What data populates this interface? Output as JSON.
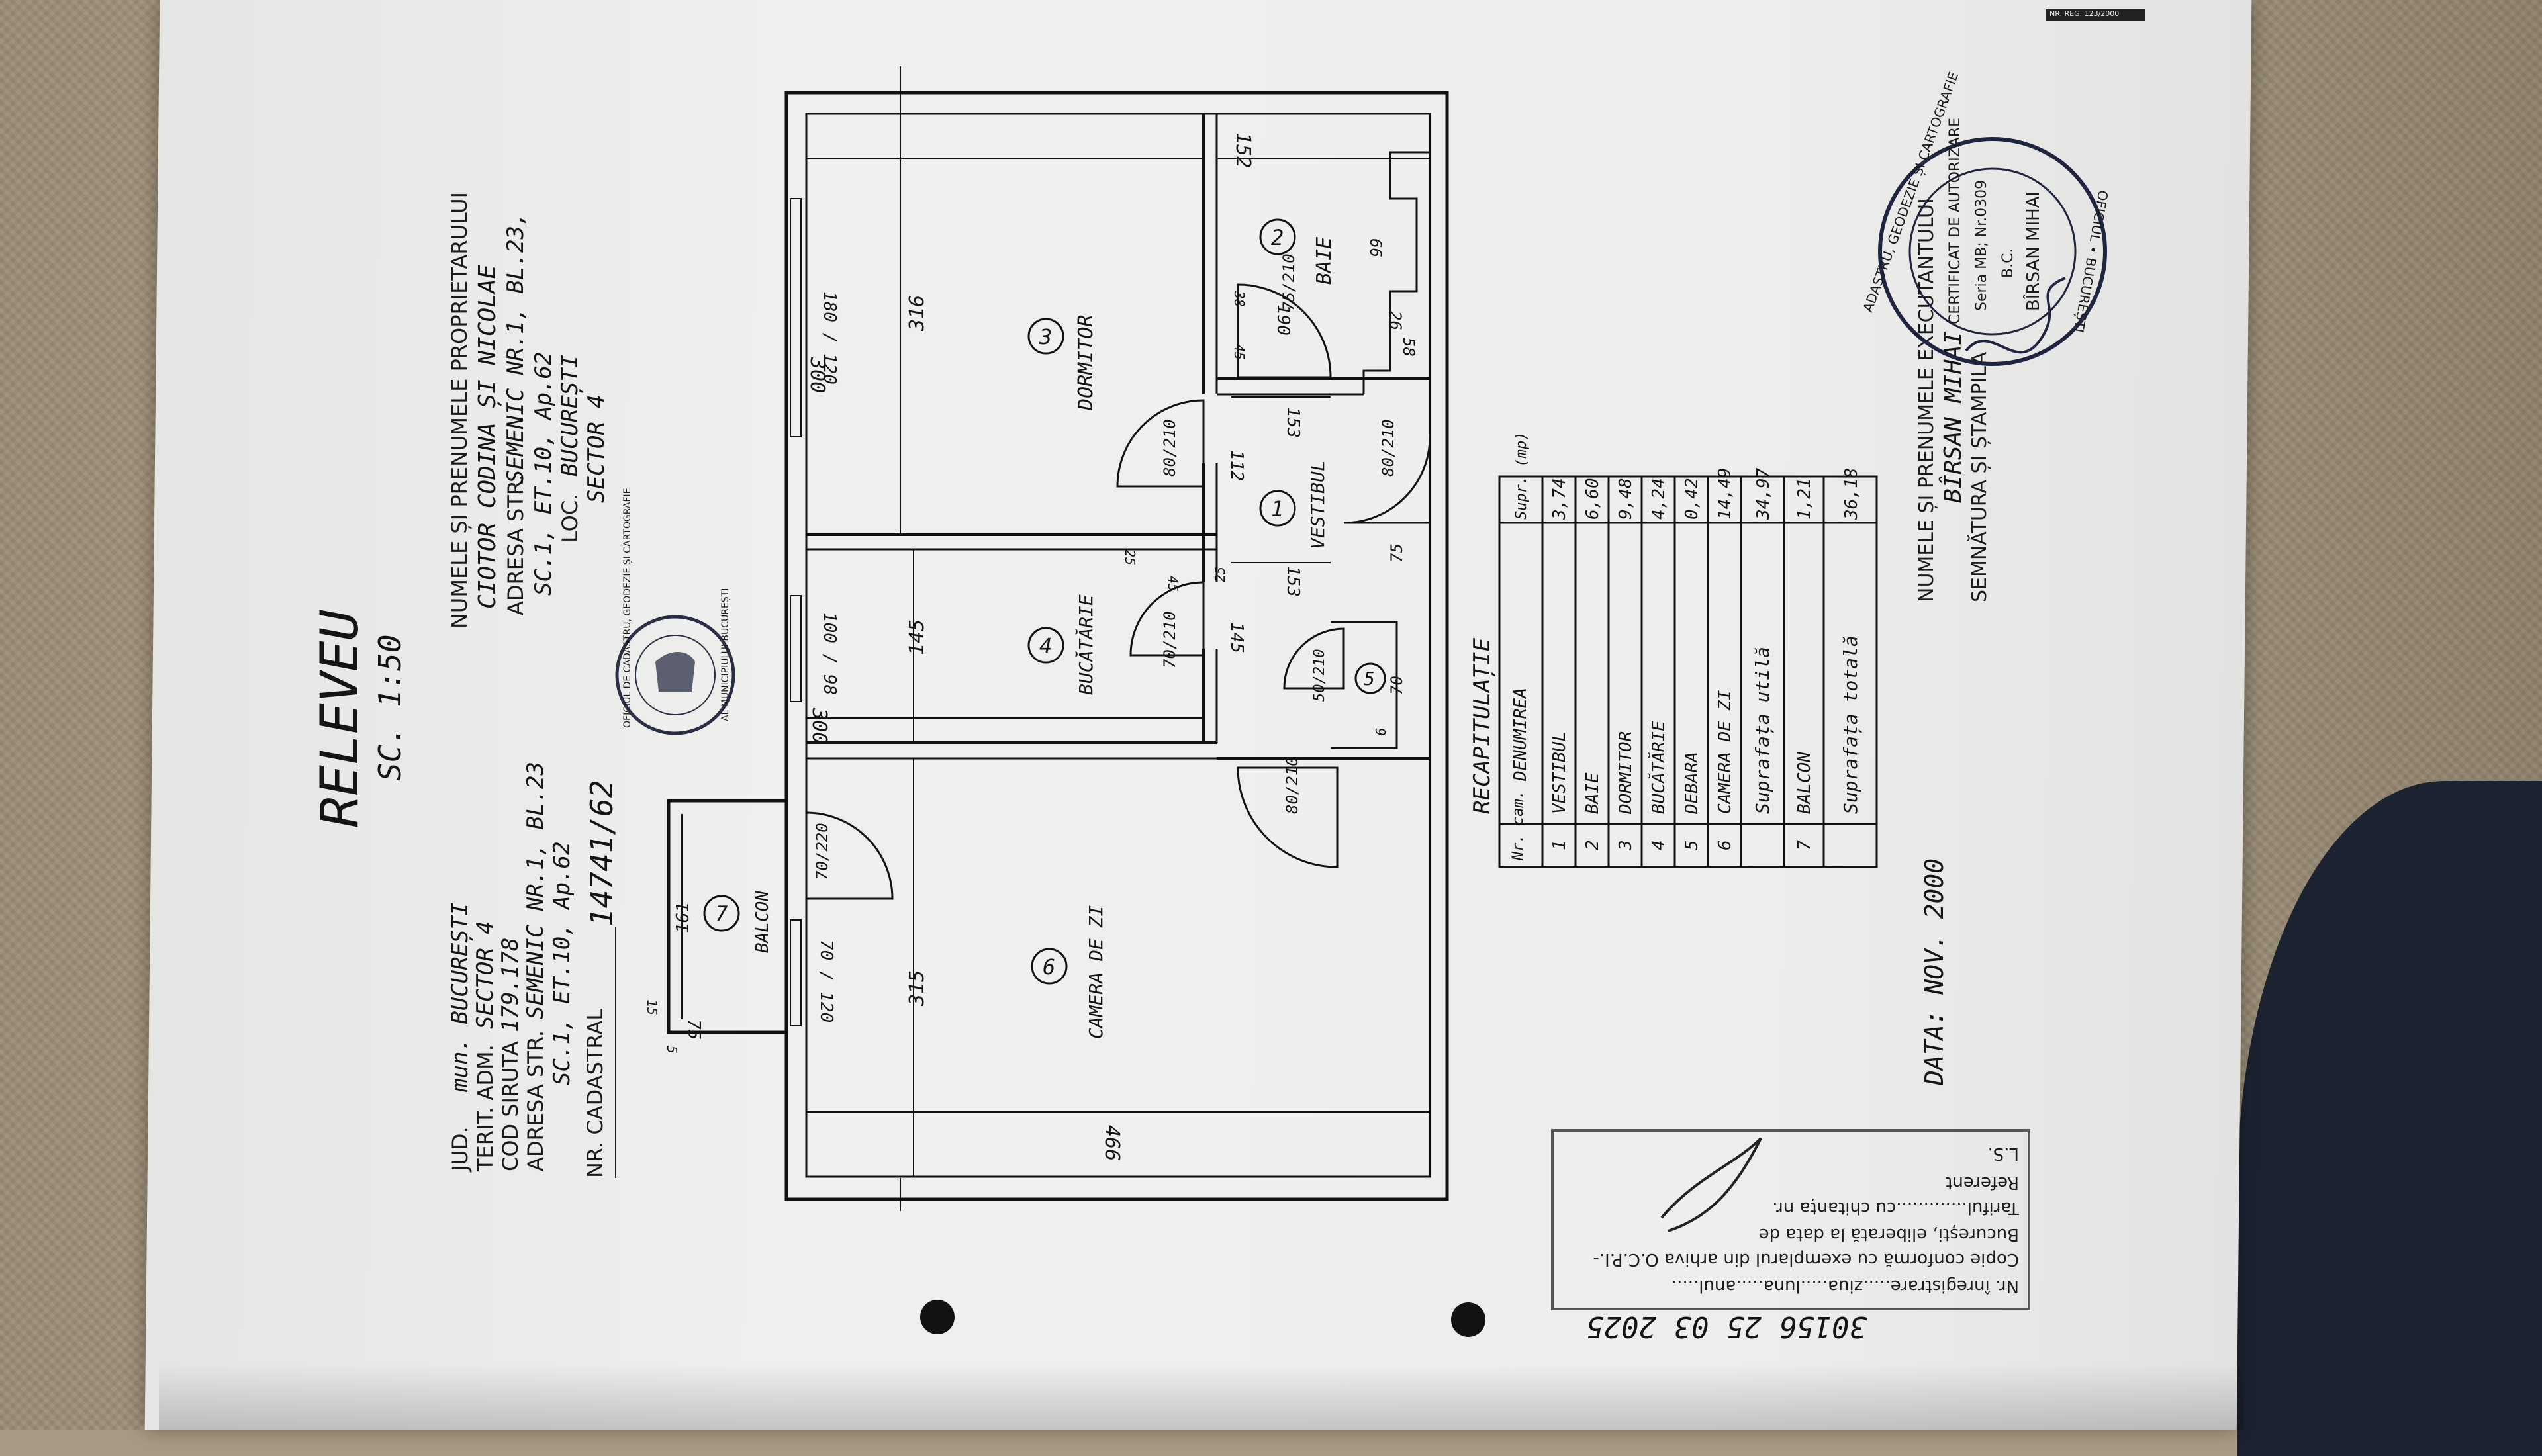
{
  "title": "RELEVEU",
  "scale": "SC. 1:50",
  "header": {
    "jud_label": "JUD.",
    "jud_value": "mun. BUCUREȘTI",
    "terit_label": "TERIT. ADM.",
    "terit_value": "SECTOR 4",
    "cod_label": "COD SIRUTA",
    "cod_value": "179.178",
    "adresa_label": "ADRESA STR.",
    "adresa_value": "SEMENIC NR.1, BL.23",
    "adresa_line2": "SC.1, ET.10, Ap.62",
    "nrcad_label": "NR. CADASTRAL",
    "nrcad_value": "14741/62"
  },
  "owner": {
    "label": "NUMELE ȘI PRENUMELE PROPRIETARULUI",
    "value": "CIOTOR CODINA ȘI NICOLAE",
    "adresa_label": "ADRESA STR.",
    "adresa_value": "SEMENIC NR.1, BL.23,",
    "adresa_line2": "SC.1, ET.10, Ap.62",
    "loc_label": "LOC.",
    "loc_value": "BUCUREȘTI",
    "sector_value": "SECTOR 4"
  },
  "rooms": [
    {
      "nr": "1",
      "name": "VESTIBUL"
    },
    {
      "nr": "2",
      "name": "BAIE"
    },
    {
      "nr": "3",
      "name": "DORMITOR"
    },
    {
      "nr": "4",
      "name": "BUCĂTĂRIE"
    },
    {
      "nr": "5",
      "name": ""
    },
    {
      "nr": "6",
      "name": "CAMERA DE ZI"
    },
    {
      "nr": "7",
      "name": "BALCON"
    }
  ],
  "dims": {
    "d300top": "300",
    "d152": "152",
    "d316": "316",
    "d145": "145",
    "d315": "315",
    "d300mid": "300",
    "d466": "466",
    "d190": "190",
    "d66": "66",
    "d26": "26",
    "d58": "58",
    "d112": "112",
    "d153a": "153",
    "d153b": "153",
    "d145b": "145",
    "d75": "75",
    "d70": "70",
    "d161": "161",
    "d75b": "75",
    "d25": "25",
    "d45": "45",
    "d38": "38",
    "d15": "15",
    "d5": "5",
    "d9": "9",
    "d25b": "25",
    "d45b": "45"
  },
  "windows": {
    "w1": "180 / 120",
    "w2": "100 / 98",
    "w3": "70 / 120"
  },
  "doors": {
    "door_baie": "75/210",
    "door_dorm": "80/210",
    "door_entry": "80/210",
    "door_buc": "70/210",
    "door_5": "50/210",
    "door_cam": "80/210",
    "door_balcon": "70/220"
  },
  "recap": {
    "title": "RECAPITULAȚIE",
    "col_nr": "Nr. cam.",
    "col_den": "DENUMIREA",
    "col_sup": "Supr. (mp)",
    "rows": [
      {
        "nr": "1",
        "den": "VESTIBUL",
        "sup": "3,74"
      },
      {
        "nr": "2",
        "den": "BAIE",
        "sup": "6,60"
      },
      {
        "nr": "3",
        "den": "DORMITOR",
        "sup": "9,48"
      },
      {
        "nr": "4",
        "den": "BUCĂTĂRIE",
        "sup": "4,24"
      },
      {
        "nr": "5",
        "den": "DEBARA",
        "sup": "0,42"
      },
      {
        "nr": "6",
        "den": "CAMERA DE ZI",
        "sup": "14,49"
      },
      {
        "nr": "",
        "den": "Suprafața utilă",
        "sup": "34,97"
      },
      {
        "nr": "7",
        "den": "BALCON",
        "sup": "1,21"
      },
      {
        "nr": "",
        "den": "Suprafața totală",
        "sup": "36,18"
      }
    ]
  },
  "executant": {
    "label": "NUMELE ȘI PRENUMELE EXECUTANTULUI",
    "value": "BÎRSAN MIHAI",
    "label2": "SEMNĂTURA ȘI ȘTAMPILA",
    "stamp_top": "ADASTRU, GEODEZIE ȘI CARTOGRAFIE",
    "stamp_mid1": "CERTIFICAT DE AUTORIZARE",
    "stamp_mid2": "Seria MB; Nr.0309",
    "stamp_mid3": "B.C.",
    "stamp_name": "BÎRSAN MIHAI",
    "stamp_bottom": "OFICIUL • BUCUREȘTI"
  },
  "ocpi_stamp": {
    "top": "OFICIUL DE CADASTRU, GEODEZIE ȘI CARTOGRAFIE",
    "bottom": "AL MUNICIPIULUI BUCUREȘTI"
  },
  "date": "DATA: NOV. 2000",
  "copy_box": {
    "line1": "Nr. înregistrare.....ziua.....luna.....anul.....",
    "line2": "Copie conformă cu exemplarul din arhiva O.C.P.I.-",
    "line3": "București, eliberată la data de",
    "line4": "Tariful.............cu chitanța nr.",
    "line5": "Referent",
    "line6": "L.S.",
    "handwritten": "30156 25 03 2025"
  },
  "corner_tag": "NR. REG. 123/2000"
}
